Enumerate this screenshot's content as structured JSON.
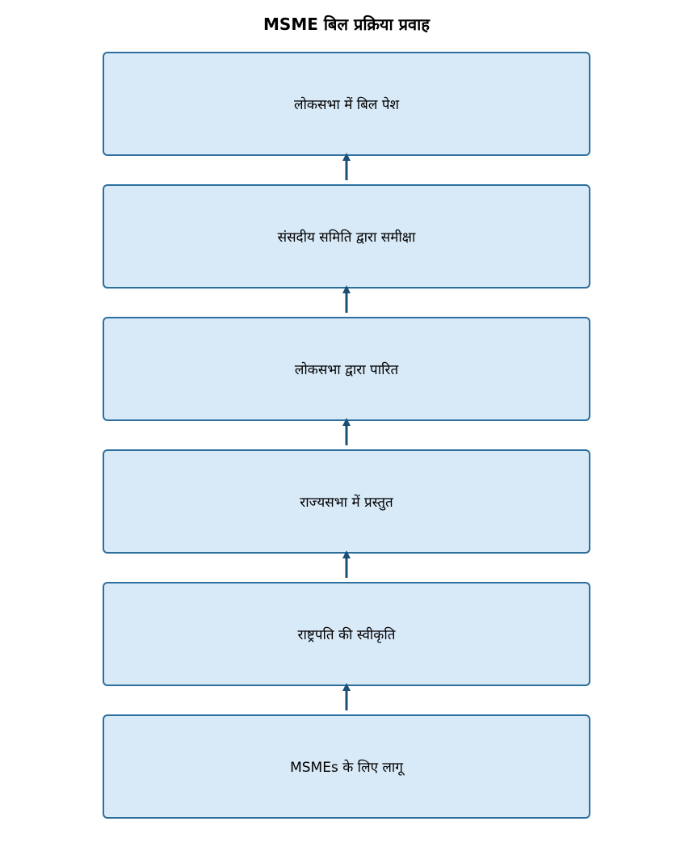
{
  "diagram": {
    "title": "MSME बिल प्रक्रिया प्रवाह",
    "steps": [
      {
        "label": "लोकसभा में बिल पेश"
      },
      {
        "label": "संसदीय समिति द्वारा समीक्षा"
      },
      {
        "label": "लोकसभा द्वारा पारित"
      },
      {
        "label": "राज्यसभा में प्रस्तुत"
      },
      {
        "label": "राष्ट्रपति की स्वीकृति"
      },
      {
        "label": "MSMEs के लिए लागू"
      }
    ],
    "colors": {
      "box_fill": "#d8e9f7",
      "box_border": "#2e6f9e",
      "arrow": "#1d4e74"
    }
  }
}
